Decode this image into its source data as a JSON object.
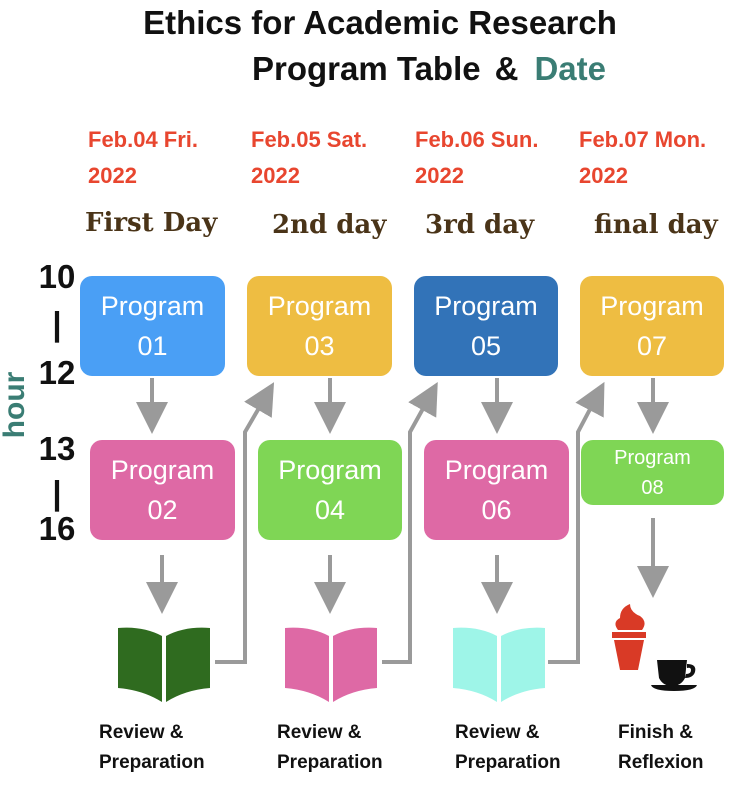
{
  "title": {
    "line1": "Ethics for Academic Research",
    "line2": "Program Table",
    "amp": "&",
    "date_word": "Date"
  },
  "axis": {
    "label": "hour",
    "t10": "10",
    "sep": "|",
    "t12": "12",
    "t13": "13",
    "t16": "16"
  },
  "days": [
    {
      "date": "Feb.04 Fri.",
      "year": "2022",
      "name": "First Day",
      "am": "Program|01",
      "pm": "Program|02",
      "am_color": "#4a9ff5",
      "pm_color": "#de69a5",
      "after": "Review &|Preparation",
      "book_color": "#2f6b1f"
    },
    {
      "date": "Feb.05 Sat.",
      "year": "2022",
      "name": "2nd day",
      "am": "Program|03",
      "pm": "Program|04",
      "am_color": "#eebd42",
      "pm_color": "#7fd655",
      "after": "Review &|Preparation",
      "book_color": "#de69a5"
    },
    {
      "date": "Feb.06 Sun.",
      "year": "2022",
      "name": "3rd day",
      "am": "Program|05",
      "pm": "Program|06",
      "am_color": "#3273b8",
      "pm_color": "#de69a5",
      "after": "Review &|Preparation",
      "book_color": "#9ef5e8"
    },
    {
      "date": "Feb.07 Mon.",
      "year": "2022",
      "name": "final day",
      "am": "Program|07",
      "pm": "Program|08",
      "am_color": "#eebd42",
      "pm_color": "#7fd655",
      "after": "Finish &|Reflexion"
    }
  ],
  "labels": {
    "p01a": "Program",
    "p01b": "01",
    "p02a": "Program",
    "p02b": "02",
    "p03a": "Program",
    "p03b": "03",
    "p04a": "Program",
    "p04b": "04",
    "p05a": "Program",
    "p05b": "05",
    "p06a": "Program",
    "p06b": "06",
    "p07a": "Program",
    "p07b": "07",
    "p08a": "Program",
    "p08b": "08",
    "r1a": "Review &",
    "r1b": "Preparation",
    "r2a": "Review &",
    "r2b": "Preparation",
    "r3a": "Review &",
    "r3b": "Preparation",
    "r4a": "Finish &",
    "r4b": "Reflexion"
  }
}
